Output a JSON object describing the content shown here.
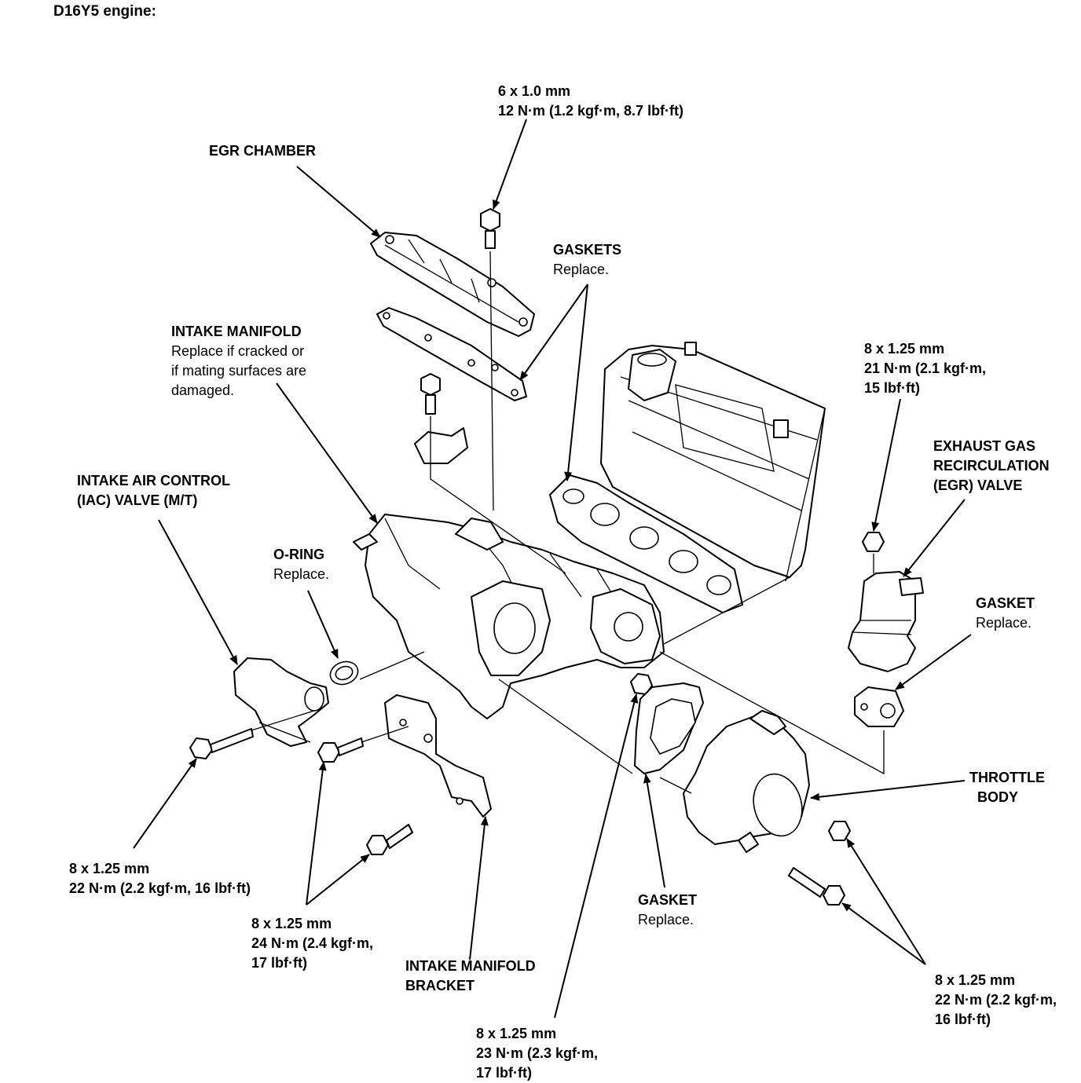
{
  "title": "D16Y5 engine:",
  "labels": {
    "egr_chamber_bolt": {
      "line1": "6 x 1.0 mm",
      "line2": "12 N·m (1.2 kgf·m, 8.7 lbf·ft)"
    },
    "egr_chamber": {
      "line1": "EGR CHAMBER"
    },
    "gaskets": {
      "line1": "GASKETS",
      "line2": "Replace."
    },
    "intake_manifold": {
      "line1": "INTAKE MANIFOLD",
      "line2": "Replace if cracked or",
      "line3": "if mating surfaces are",
      "line4": "damaged."
    },
    "egr_valve_bolt": {
      "line1": "8 x 1.25 mm",
      "line2": "21 N·m (2.1 kgf·m,",
      "line3": "15 lbf·ft)"
    },
    "egr_valve": {
      "line1": "EXHAUST GAS",
      "line2": "RECIRCULATION",
      "line3": "(EGR) VALVE"
    },
    "iac_valve": {
      "line1": "INTAKE AIR CONTROL",
      "line2": "(IAC) VALVE (M/T)"
    },
    "o_ring": {
      "line1": "O-RING",
      "line2": "Replace."
    },
    "egr_gasket": {
      "line1": "GASKET",
      "line2": "Replace."
    },
    "throttle_body": {
      "line1": "THROTTLE",
      "line2": "BODY"
    },
    "iac_bolt": {
      "line1": "8 x 1.25 mm",
      "line2": "22 N·m (2.2 kgf·m, 16 lbf·ft)"
    },
    "bracket_bolt": {
      "line1": "8 x 1.25 mm",
      "line2": "24 N·m (2.4 kgf·m,",
      "line3": "17 lbf·ft)"
    },
    "bracket": {
      "line1": "INTAKE MANIFOLD",
      "line2": "BRACKET"
    },
    "tb_gasket": {
      "line1": "GASKET",
      "line2": "Replace."
    },
    "manifold_nut": {
      "line1": "8 x 1.25 mm",
      "line2": "23 N·m (2.3 kgf·m,",
      "line3": "17 lbf·ft)"
    },
    "tb_bolt": {
      "line1": "8 x 1.25 mm",
      "line2": "22 N·m (2.2 kgf·m,",
      "line3": "16 lbf·ft)"
    }
  }
}
